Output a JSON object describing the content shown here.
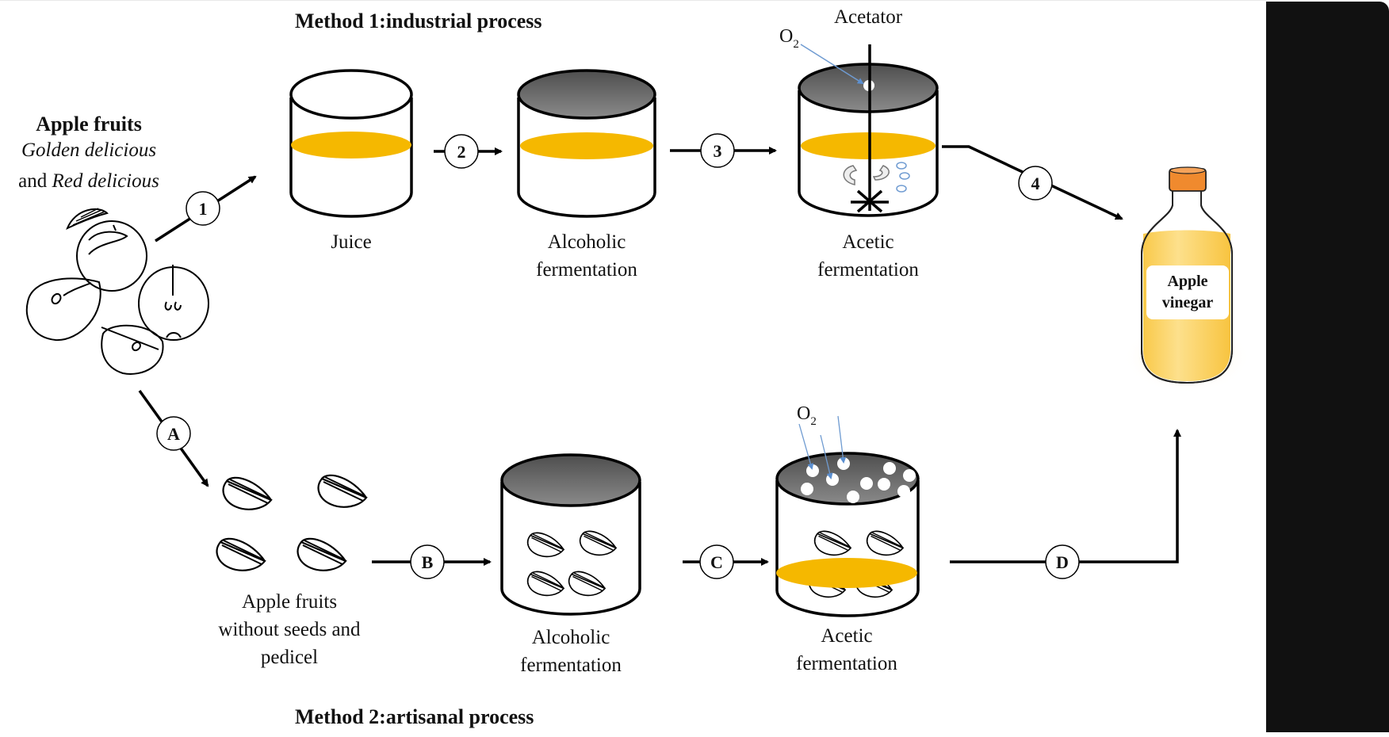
{
  "titles": {
    "method1": "Method 1:industrial process",
    "method2": "Method 2:artisanal process"
  },
  "source": {
    "heading": "Apple fruits",
    "variety1": "Golden delicious",
    "connector": "and ",
    "variety2": "Red delicious"
  },
  "method1": {
    "steps": [
      "1",
      "2",
      "3",
      "4"
    ],
    "vessels": {
      "juice": "Juice",
      "alcoholic_line1": "Alcoholic",
      "alcoholic_line2": "fermentation",
      "acetic_line1": "Acetic",
      "acetic_line2": "fermentation",
      "acetator": "Acetator"
    },
    "oxygen": {
      "symbol": "O",
      "subscript": "2"
    }
  },
  "method2": {
    "steps": [
      "A",
      "B",
      "C",
      "D"
    ],
    "prepared_line1": "Apple fruits",
    "prepared_line2": "without seeds and",
    "prepared_line3": "pedicel",
    "alcoholic_line1": "Alcoholic",
    "alcoholic_line2": "fermentation",
    "acetic_line1": "Acetic",
    "acetic_line2": "fermentation",
    "oxygen": {
      "symbol": "O",
      "subscript": "2"
    }
  },
  "product": {
    "line1": "Apple",
    "line2": "vinegar"
  },
  "colors": {
    "liquid": "#F5B800",
    "lid_gray": "#6b6b6b",
    "cap_orange": "#F08A2E",
    "vinegar": "#FCD36A",
    "oxygen_line": "#5b8fd0",
    "panel": "#111111"
  }
}
